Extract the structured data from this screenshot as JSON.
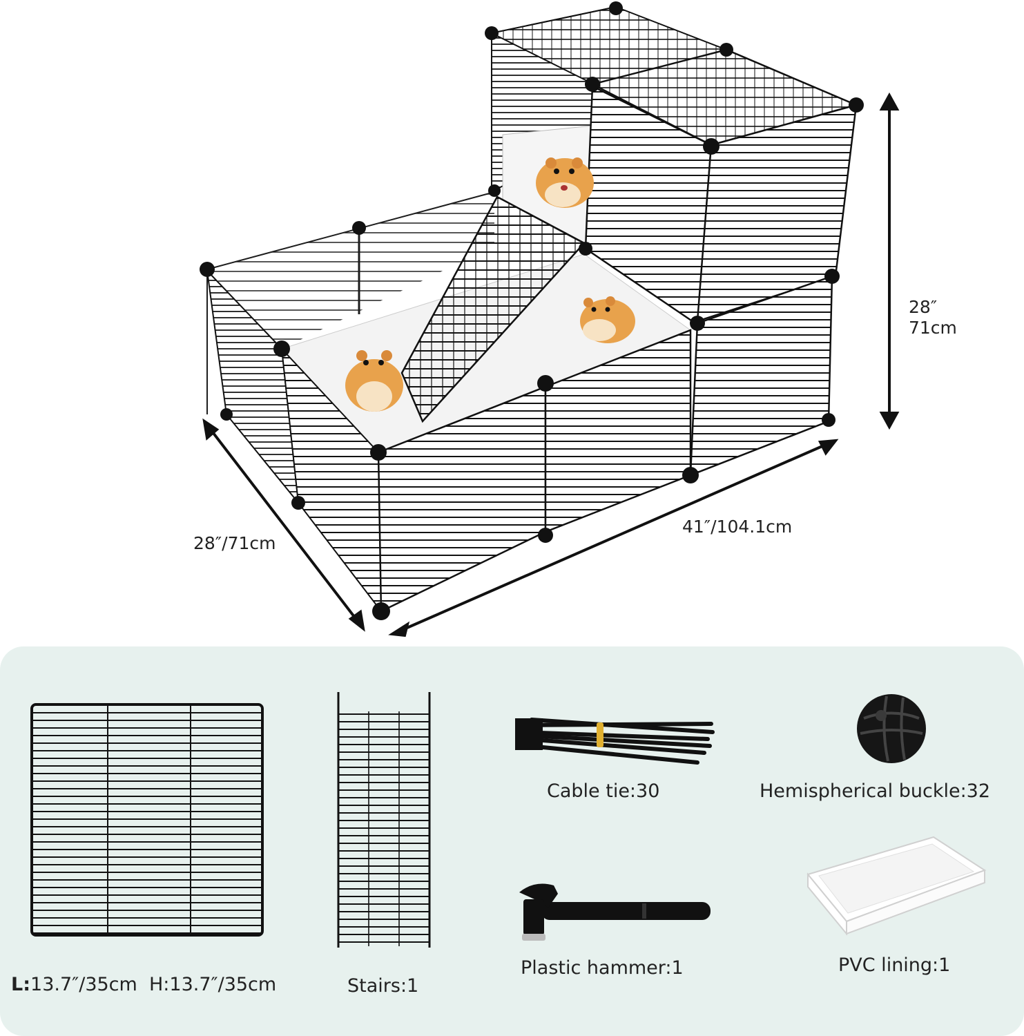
{
  "dimensions": {
    "height_line1": "28″",
    "height_line2": "71cm",
    "depth": "28″/71cm",
    "length": "41″/104.1cm"
  },
  "parts": {
    "panel": {
      "l_prefix": "L:",
      "l_value": "13.7″/35cm",
      "h_text": "H:13.7″/35cm"
    },
    "stairs": "Stairs:1",
    "cable_tie": "Cable tie:30",
    "buckle": "Hemispherical buckle:32",
    "hammer": "Plastic hammer:1",
    "lining": "PVC lining:1"
  },
  "colors": {
    "panel_background": "#e7f1ee",
    "wire": "#111111",
    "floor": "#f2f2f2",
    "hamster": "#e8a24c"
  },
  "icons": [
    "grid-panel-icon",
    "stairs-icon",
    "cable-tie-icon",
    "buckle-icon",
    "hammer-icon",
    "pvc-lining-icon",
    "hamster-icon"
  ]
}
